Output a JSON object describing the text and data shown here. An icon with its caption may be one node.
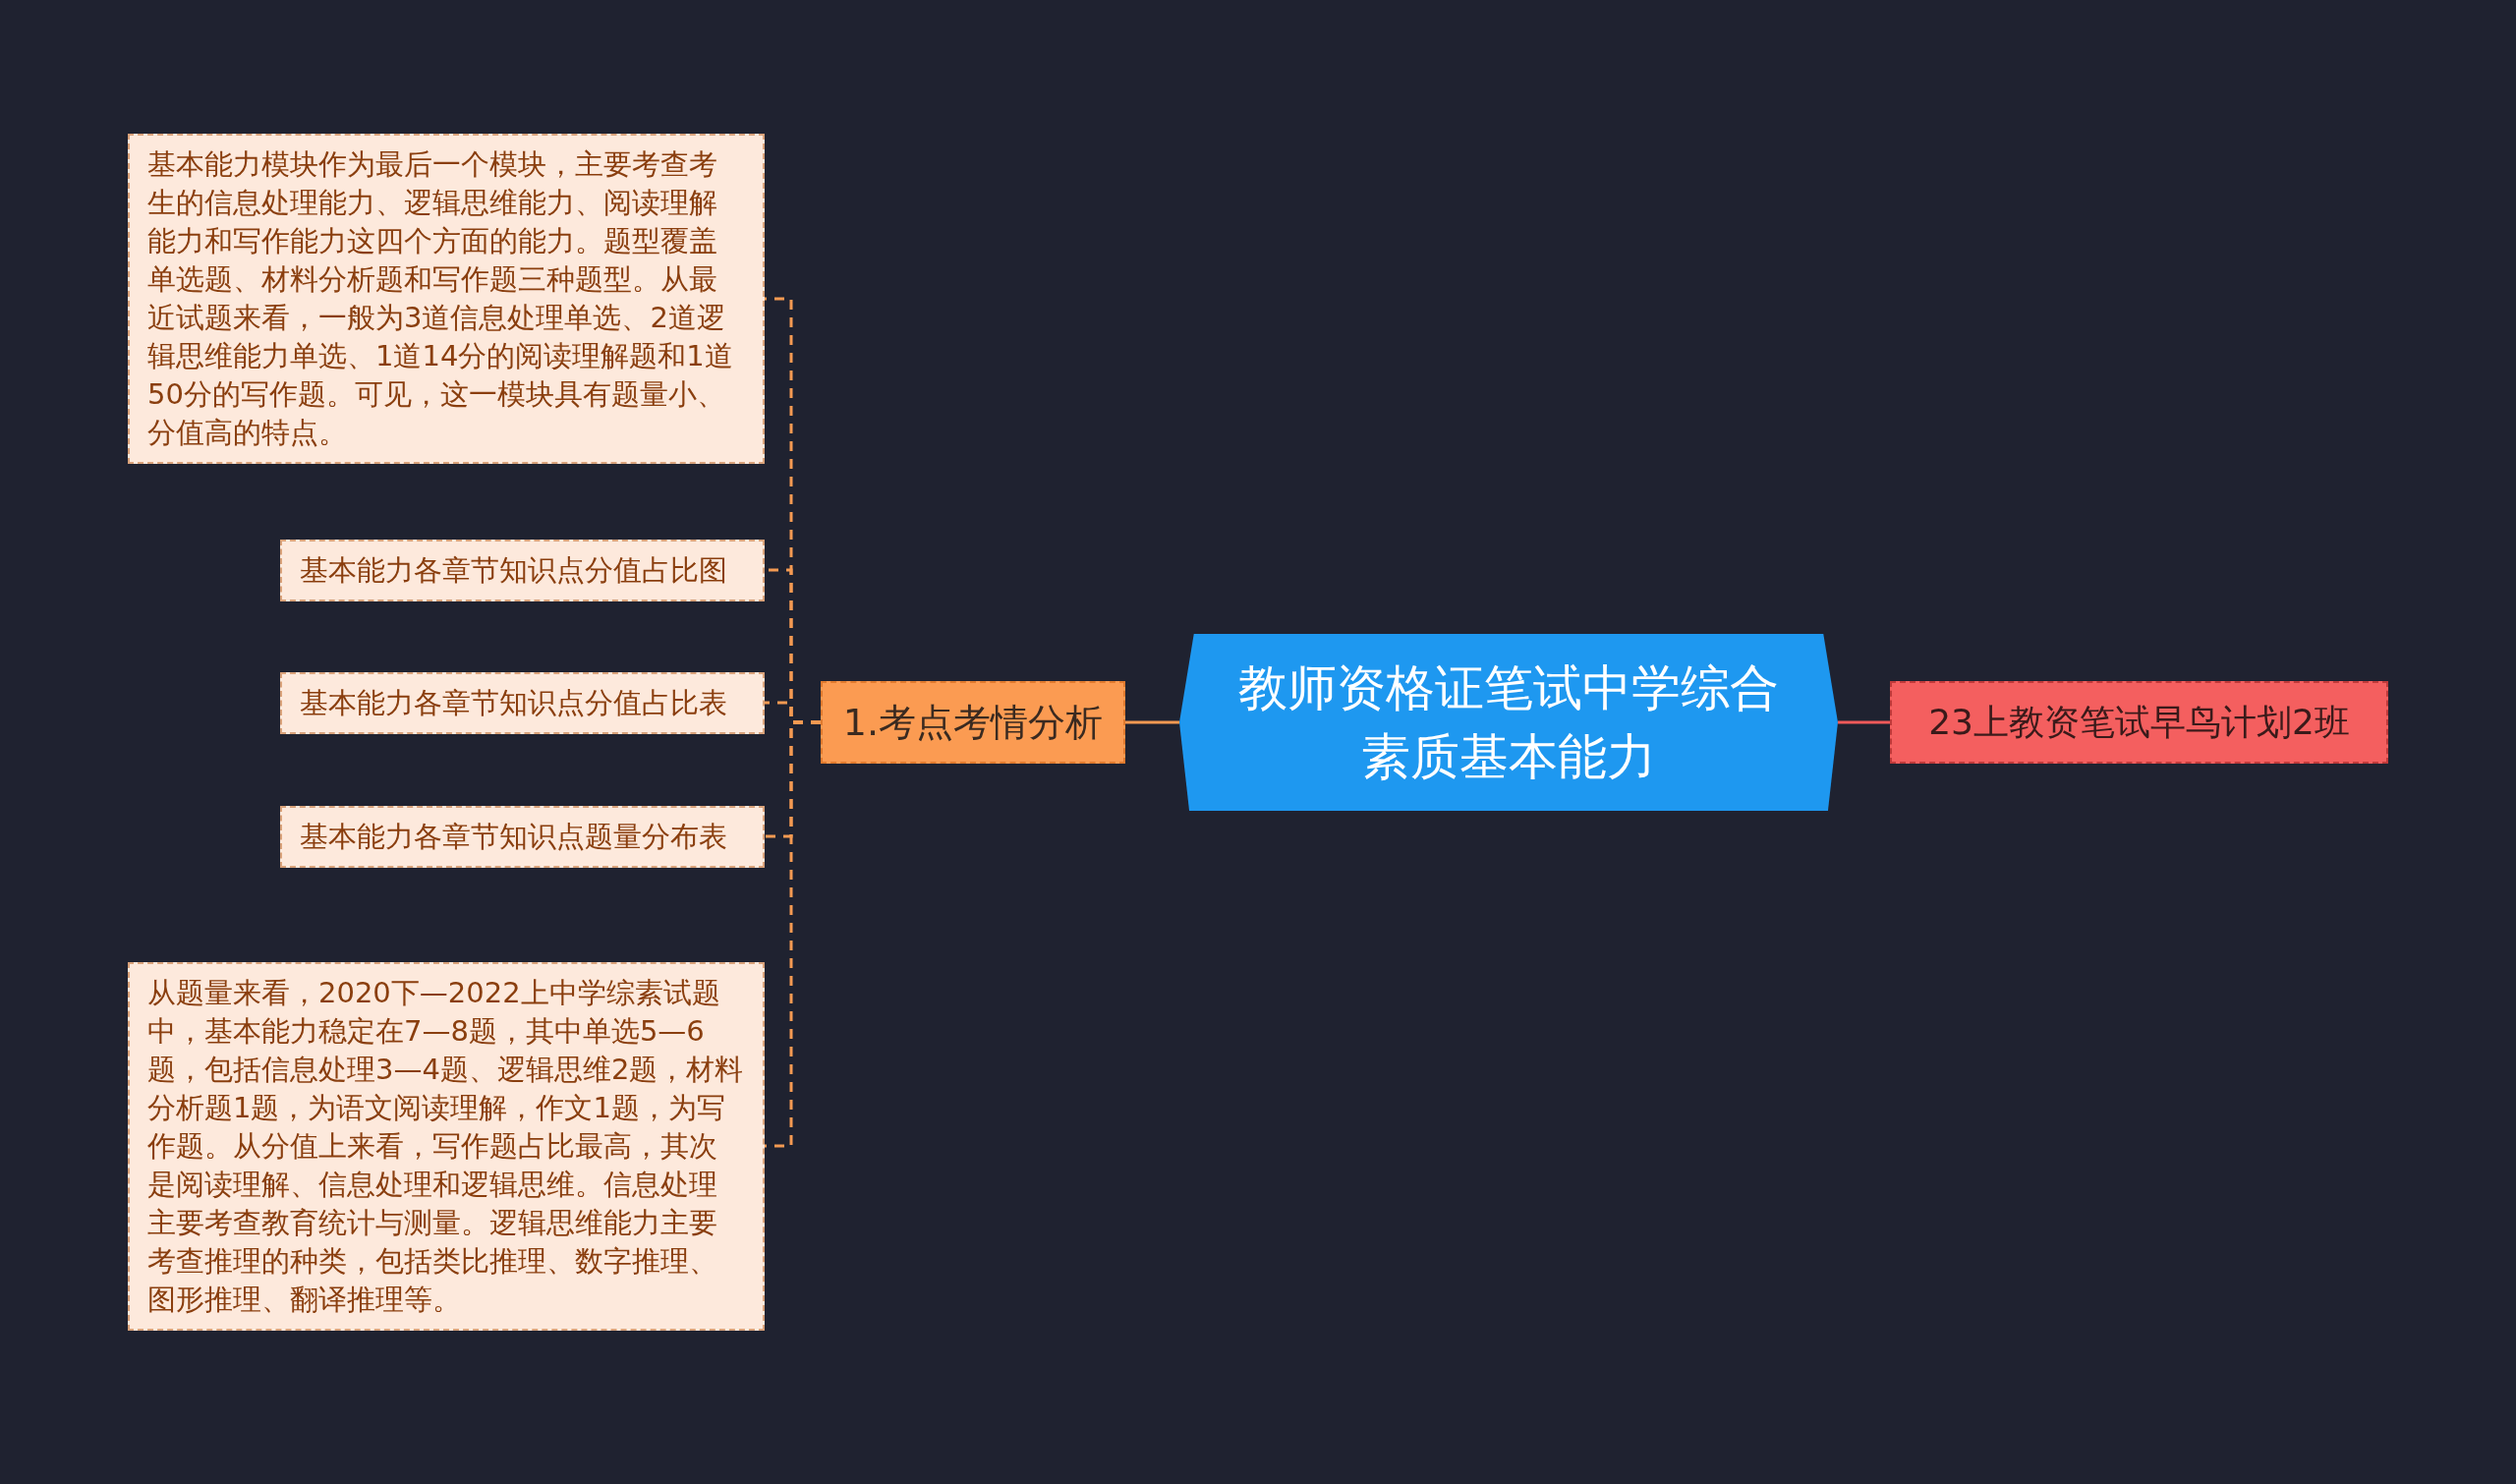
{
  "diagram": {
    "nodes": [
      {
        "text": [
          "教师资格证笔试中学综合素质基本能力"
        ]
      },
      {
        "text": [
          "1.考点考情分析"
        ]
      },
      {
        "text": [
          "23上教资笔试早鸟计划2班"
        ]
      },
      {
        "text": [
          "基本能力模块作为最后一个模块，主要考查考生的信息处理能力、逻辑思维能力、阅读理解能力和写作能力这四个方面的能力。题型覆盖单选题、材料分析题和写作题三种题型。从最近试题来看，一般为3道信息处理单选、2道逻辑思维能力单选、1道14分的阅读理解题和1道50分的写作题。可见，这一模块具有题量小、分值高的特点。"
        ]
      },
      {
        "text": [
          "基本能力各章节知识点分值占比图"
        ]
      },
      {
        "text": [
          "基本能力各章节知识点分值占比表"
        ]
      },
      {
        "text": [
          "基本能力各章节知识点题量分布表"
        ]
      },
      {
        "text": [
          "从题量来看，2020下—2022上中学综素试题中，基本能力稳定在7—8题，其中单选5—6题，包括信息处理3—4题、逻辑思维2题，材料分析题1题，为语文阅读理解，作文1题，为写作题。从分值上来看，写作题占比最高，其次是阅读理解、信息处理和逻辑思维。信息处理主要考查教育统计与测量。逻辑思维能力主要考查推理的种类，包括类比推理、数字推理、图形推理、翻译推理等。"
        ]
      }
    ],
    "edges": [
      {
        "from": 0,
        "to": 1,
        "arrow": "none"
      },
      {
        "from": 0,
        "to": 2,
        "arrow": "none",
        "color": "#f05a5a"
      },
      {
        "from": 1,
        "to": 3,
        "arrow": "none",
        "style": "dashed"
      },
      {
        "from": 1,
        "to": 4,
        "arrow": "none",
        "style": "dashed"
      },
      {
        "from": 1,
        "to": 5,
        "arrow": "none",
        "style": "dashed"
      },
      {
        "from": 1,
        "to": 6,
        "arrow": "none",
        "style": "dashed"
      },
      {
        "from": 1,
        "to": 7,
        "arrow": "none",
        "style": "dashed"
      }
    ]
  }
}
